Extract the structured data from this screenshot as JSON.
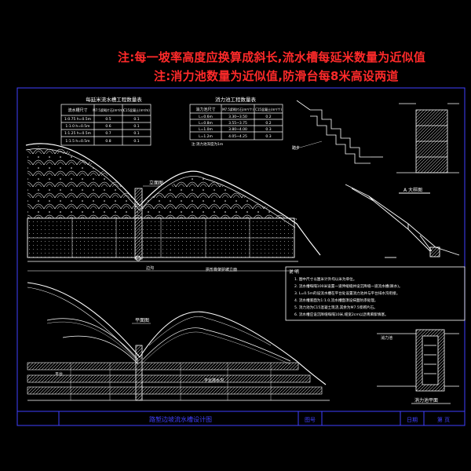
{
  "notes": [
    "注:每一坡率高度应换算成斜长,流水槽每延米数量为近似值",
    "注:消力池数量为近似值,防滑台每8米高设两道"
  ],
  "tables": {
    "left": {
      "title": "每延米流水槽工程数量表",
      "header": [
        "流水槽尺寸",
        "M7.5浆砌片石(m³/m)",
        "C15混凝土(m³/m)"
      ],
      "rows": [
        [
          "1:0.75  h=0.5m",
          "0.5",
          "0.1"
        ],
        [
          "1:1.0  h=0.5m",
          "0.6",
          "0.1"
        ],
        [
          "1:1.25  h=0.5m",
          "0.7",
          "0.1"
        ],
        [
          "1:1.5  h=0.5m",
          "0.8",
          "0.1"
        ]
      ]
    },
    "right": {
      "title": "消力池工程数量表",
      "header": [
        "消力池尺寸",
        "M7.5浆砌片石(m³/个)",
        "C15混凝土(m³/个)"
      ],
      "rows": [
        [
          "L=0.6m",
          "3.30~3.50",
          "0.2"
        ],
        [
          "L=0.8m",
          "3.55~3.75",
          "0.2"
        ],
        [
          "L=1.0m",
          "3.80~4.00",
          "0.3"
        ],
        [
          "L=1.2m",
          "4.05~4.25",
          "0.3"
        ]
      ],
      "footnote": "注:消力池深度为1m"
    }
  },
  "labels": {
    "upper_section": "立面图",
    "lower_section": "平面图",
    "middle_caption": "拱形骨架护坡立面",
    "detail_a": "A 大样图",
    "detail_b": "消力池平面",
    "detail_c": "消力池",
    "ditch_label": "边沟",
    "stair_label": "踏步",
    "platform": "平台",
    "platform_b": "平台排水沟"
  },
  "legend": {
    "title": "说 明",
    "items": [
      "1. 图中尺寸以厘米计外均以米为单位。",
      "2. 流水槽每隔100米设置一道伸缩缝并设沉降缝一道流水槽(跌水)。",
      "3. L=0.5m的设流水槽在平台处设置消力池并与平台排水沟衔接。",
      "4. 流水槽底面为1:1.0,流水槽面须设抹面防渗处理。",
      "5. 消力池为C15混凝土现浇,其余为M7.5浆砌片石。",
      "6. 流水槽应设沉降缝每隔10米,缝宽2cm以沥青麻絮填塞。"
    ]
  },
  "title_block": {
    "title": "路堑边坡流水槽设计图",
    "sheet": "图号",
    "date": "日期",
    "page": "第 页"
  },
  "colors": {
    "background": "#000000",
    "linework": "#ffffff",
    "note": "#ff2a2a",
    "border": "#4040ff",
    "fill": "#e0e0e0"
  }
}
